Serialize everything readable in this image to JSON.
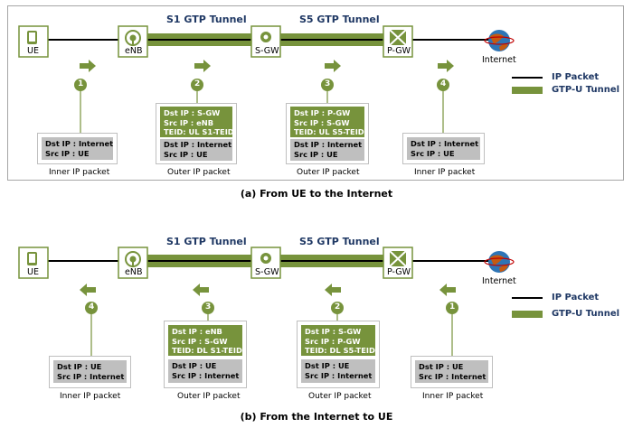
{
  "labels": {
    "s1_tunnel": "S1 GTP Tunnel",
    "s5_tunnel": "S5 GTP Tunnel",
    "ue": "UE",
    "enb": "eNB",
    "sgw": "S-GW",
    "pgw": "P-GW",
    "internet": "Internet",
    "inner_ip_packet": "Inner IP packet",
    "outer_ip_packet": "Outer IP packet"
  },
  "legend": {
    "ip_packet": "IP Packet",
    "gtp_tunnel": "GTP-U Tunnel"
  },
  "colors": {
    "tunnel_green": "#77933c",
    "header_gray": "#bfbfbf",
    "title_blue": "#1f3864"
  },
  "panel_a": {
    "caption": "(a) From UE to the Internet",
    "steps": [
      "1",
      "2",
      "3",
      "4"
    ],
    "packet1": {
      "inner": [
        "Dst IP : Internet",
        "Src IP : UE"
      ]
    },
    "packet2": {
      "outer": [
        "Dst IP : S-GW",
        "Src IP : eNB",
        "TEID: UL S1-TEID"
      ],
      "inner": [
        "Dst IP : Internet",
        "Src IP : UE"
      ]
    },
    "packet3": {
      "outer": [
        "Dst IP : P-GW",
        "Src IP : S-GW",
        "TEID: UL S5-TEID"
      ],
      "inner": [
        "Dst IP : Internet",
        "Src IP : UE"
      ]
    },
    "packet4": {
      "inner": [
        "Dst IP : Internet",
        "Src IP : UE"
      ]
    }
  },
  "panel_b": {
    "caption": "(b) From the Internet to UE",
    "steps": [
      "4",
      "3",
      "2",
      "1"
    ],
    "packet1": {
      "inner": [
        "Dst IP : UE",
        "Src IP : Internet"
      ]
    },
    "packet2": {
      "outer": [
        "Dst IP : eNB",
        "Src IP : S-GW",
        "TEID: DL S1-TEID"
      ],
      "inner": [
        "Dst IP : UE",
        "Src IP : Internet"
      ]
    },
    "packet3": {
      "outer": [
        "Dst IP : S-GW",
        "Src IP : P-GW",
        "TEID: DL S5-TEID"
      ],
      "inner": [
        "Dst IP : UE",
        "Src IP : Internet"
      ]
    },
    "packet4": {
      "inner": [
        "Dst IP : UE",
        "Src IP : Internet"
      ]
    }
  }
}
